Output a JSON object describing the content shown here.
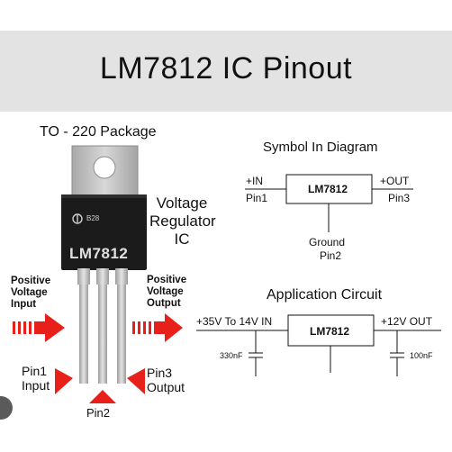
{
  "title": "LM7812 IC Pinout",
  "package": {
    "title": "TO - 220 Package",
    "chip_marking": "LM7812",
    "chip_code": "B28",
    "regulator_label": [
      "Voltage",
      "Regulator",
      "IC"
    ]
  },
  "pins": {
    "input_desc": [
      "Positive",
      "Voltage",
      "Input"
    ],
    "output_desc": [
      "Positive",
      "Voltage",
      "Output"
    ],
    "pin1": [
      "Pin1",
      "Input"
    ],
    "pin3": [
      "Pin3",
      "Output"
    ],
    "pin2": "Pin2"
  },
  "symbol": {
    "title": "Symbol In Diagram",
    "box": "LM7812",
    "in_label": "+IN",
    "in_pin": "Pin1",
    "out_label": "+OUT",
    "out_pin": "Pin3",
    "ground": "Ground",
    "ground_pin": "Pin2"
  },
  "application": {
    "title": "Application Circuit",
    "input": "+35V To 14V IN",
    "output": "+12V OUT",
    "box": "LM7812",
    "cap_in": "330nF",
    "cap_out": "100nF"
  },
  "colors": {
    "title_band": "#e3e3e3",
    "arrow_red": "#e8201a",
    "chip_body": "#1b1b1b",
    "tab_metal": "#b9b9b9",
    "pin_metal": "#c4c4c4"
  }
}
